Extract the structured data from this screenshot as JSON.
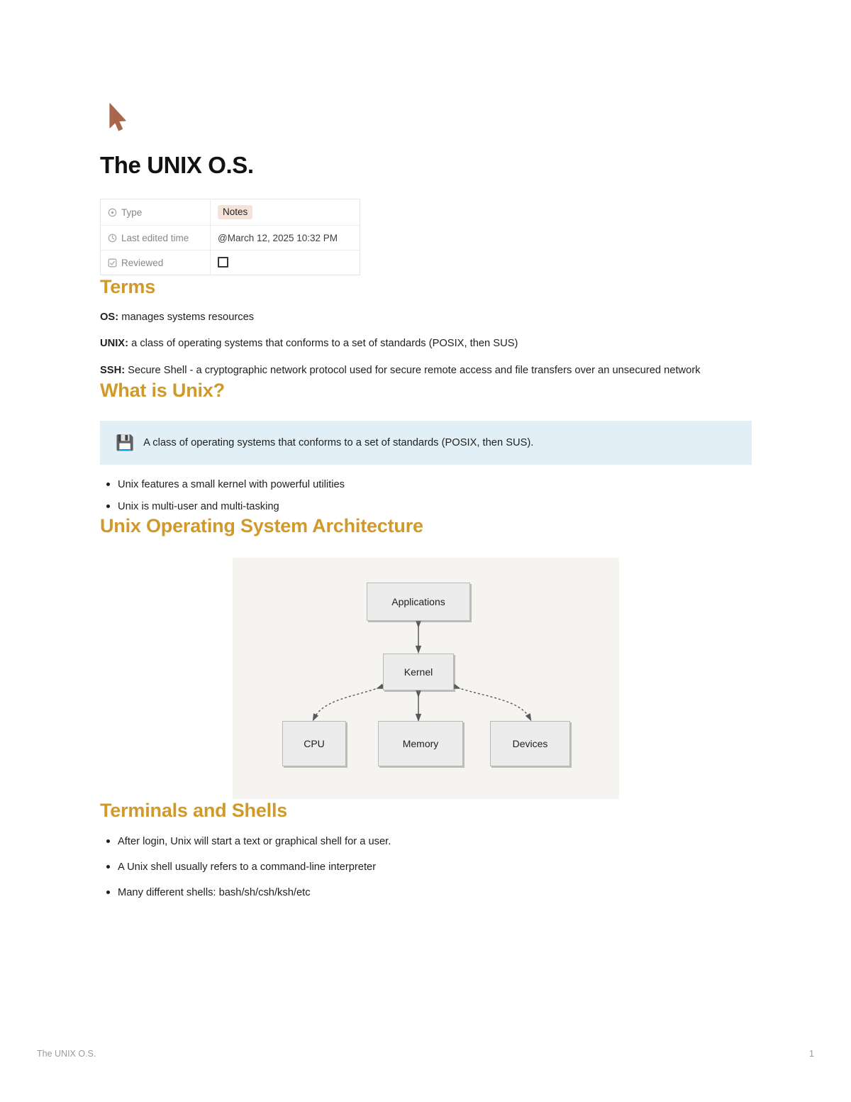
{
  "document": {
    "title": "The UNIX O.S.",
    "cursor_color": "#a8674c"
  },
  "properties": {
    "rows": [
      {
        "icon": "target-icon",
        "key": "Type",
        "value": "Notes",
        "value_kind": "tag",
        "tag_color": "#f5e3da"
      },
      {
        "icon": "clock-icon",
        "key": "Last edited time",
        "value": "@March 12, 2025 10:32 PM",
        "value_kind": "text"
      },
      {
        "icon": "checkbox-property-icon",
        "key": "Reviewed",
        "value": "",
        "value_kind": "checkbox",
        "checked": false
      }
    ]
  },
  "sections": {
    "terms": {
      "heading": "Terms",
      "items": [
        {
          "term": "OS:",
          "text": " manages systems resources"
        },
        {
          "term": "UNIX:",
          "text": " a class of operating systems that conforms to a set of standards (POSIX, then SUS)"
        },
        {
          "term": "SSH:",
          "text": " Secure Shell - a cryptographic network protocol used for secure remote access and file transfers over an unsecured network"
        }
      ]
    },
    "what_is_unix": {
      "heading": "What is Unix?",
      "callout": {
        "icon": "floppy-disk-icon",
        "icon_glyph": "💾",
        "text": "A class of operating systems that conforms to a set of standards (POSIX, then SUS).",
        "background": "#e2eff6"
      },
      "bullets": [
        "Unix features a small kernel with powerful utilities",
        "Unix is multi-user and multi-tasking"
      ]
    },
    "architecture": {
      "heading": "Unix Operating System Architecture",
      "diagram": {
        "background": "#f5f4f0",
        "nodes": [
          {
            "id": "applications",
            "label": "Applications"
          },
          {
            "id": "kernel",
            "label": "Kernel"
          },
          {
            "id": "cpu",
            "label": "CPU"
          },
          {
            "id": "memory",
            "label": "Memory"
          },
          {
            "id": "devices",
            "label": "Devices"
          }
        ],
        "edges": [
          {
            "from": "applications",
            "to": "kernel",
            "style": "solid",
            "arrows": "both"
          },
          {
            "from": "kernel",
            "to": "cpu",
            "style": "dashed",
            "arrows": "both"
          },
          {
            "from": "kernel",
            "to": "memory",
            "style": "solid",
            "arrows": "both"
          },
          {
            "from": "kernel",
            "to": "devices",
            "style": "dashed",
            "arrows": "both"
          }
        ]
      }
    },
    "terminals_shells": {
      "heading": "Terminals and Shells",
      "bullets": [
        "After login, Unix will start a text or graphical shell for a user.",
        "A Unix shell usually refers to a command-line interpreter",
        "Many different shells: bash/sh/csh/ksh/etc"
      ]
    }
  },
  "footer": {
    "left": "The UNIX O.S.",
    "page_number": "1"
  },
  "colors": {
    "heading": "#d09a2b",
    "text": "#1f1f1f",
    "muted": "#9a9a9a"
  }
}
